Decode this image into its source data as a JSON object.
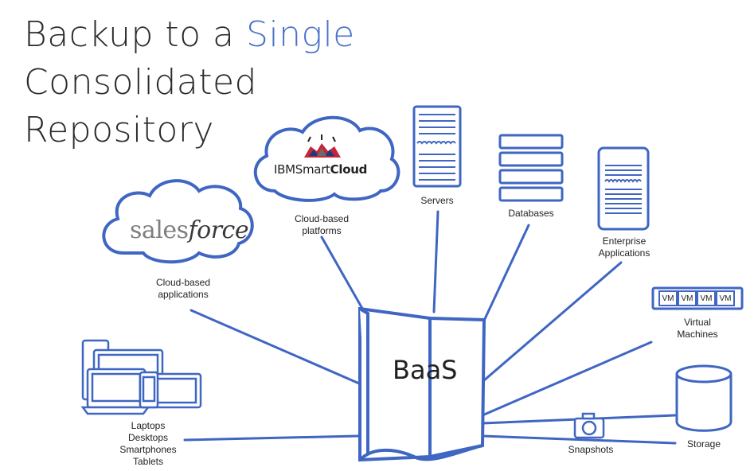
{
  "title": {
    "line1_a": "Backup to a ",
    "line1_b": "Single",
    "line2": "Consolidated",
    "line3": "Repository"
  },
  "center": "BaaS",
  "brands": {
    "salesforce_a": "sales",
    "salesforce_b": "force",
    "ibm_a": "IBM",
    "ibm_b": "Smart",
    "ibm_c": "Cloud"
  },
  "labels": {
    "cloud_apps_1": "Cloud-based",
    "cloud_apps_2": "applications",
    "cloud_platforms_1": "Cloud-based",
    "cloud_platforms_2": "platforms",
    "servers": "Servers",
    "databases": "Databases",
    "enterprise_1": "Enterprise",
    "enterprise_2": "Applications",
    "vm_1": "Virtual",
    "vm_2": "Machines",
    "storage": "Storage",
    "snapshots": "Snapshots",
    "devices_1": "Laptops",
    "devices_2": "Desktops",
    "devices_3": "Smartphones",
    "devices_4": "Tablets"
  },
  "vm_tags": [
    "VM",
    "VM",
    "VM",
    "VM"
  ],
  "colors": {
    "accent": "#3f66c2",
    "text": "#222222"
  }
}
